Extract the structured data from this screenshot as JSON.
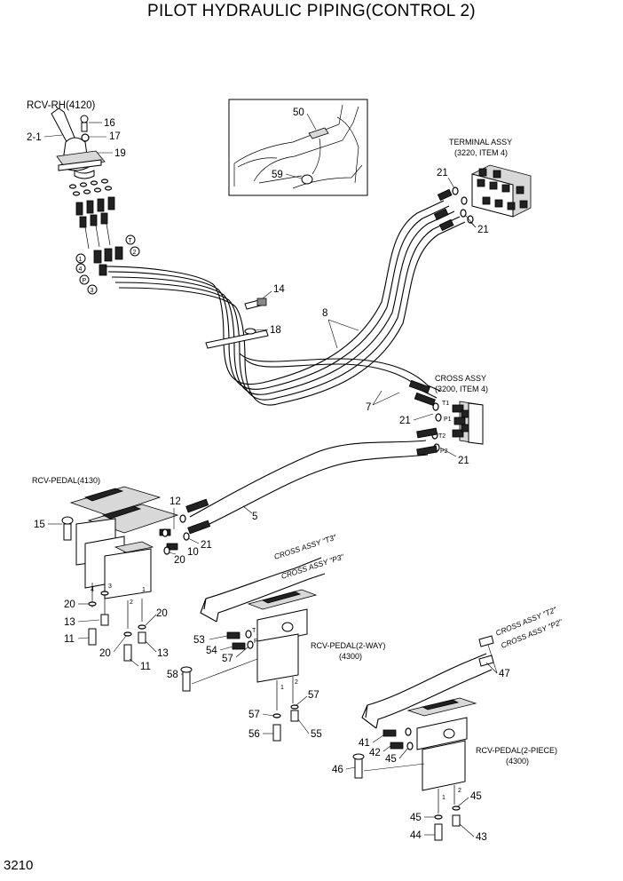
{
  "title": "PILOT HYDRAULIC PIPING(CONTROL 2)",
  "page_number": "3210",
  "assembly_labels": {
    "rcv_rh": "RCV-RH(4120)",
    "terminal_assy": "TERMINAL ASSY",
    "terminal_ref": "(3220, ITEM 4)",
    "cross_assy": "CROSS ASSY",
    "cross_ref": "(3200, ITEM 4)",
    "rcv_pedal": "RCV-PEDAL(4130)",
    "rcv_pedal_2way": "RCV-PEDAL(2-WAY)",
    "rcv_pedal_2way_ref": "(4300)",
    "rcv_pedal_2piece": "RCV-PEDAL(2-PIECE)",
    "rcv_pedal_2piece_ref": "(4300)",
    "cross_t3": "CROSS ASSY \"T3\"",
    "cross_p3": "CROSS ASSY \"P3\"",
    "cross_t2": "CROSS ASSY \"T2\"",
    "cross_p2": "CROSS ASSY \"P2\""
  },
  "callouts": {
    "c2_1": "2-1",
    "c16": "16",
    "c17": "17",
    "c19": "19",
    "c50": "50",
    "c59": "59",
    "c21_a": "21",
    "c21_b": "21",
    "c21_c": "21",
    "c21_d": "21",
    "c21_e": "21",
    "c14": "14",
    "c18": "18",
    "c8": "8",
    "c7": "7",
    "c5": "5",
    "c12": "12",
    "c15": "15",
    "c10": "10",
    "c20_a": "20",
    "c20_b": "20",
    "c20_c": "20",
    "c20_d": "20",
    "c13_a": "13",
    "c13_b": "13",
    "c11_a": "11",
    "c11_b": "11",
    "c53": "53",
    "c54": "54",
    "c57_a": "57",
    "c58": "58",
    "c57_b": "57",
    "c57_c": "57",
    "c56": "56",
    "c55": "55",
    "c47": "47",
    "c41": "41",
    "c42": "42",
    "c45_a": "45",
    "c46": "46",
    "c45_b": "45",
    "c45_c": "45",
    "c44": "44",
    "c43": "43"
  },
  "port_marks": {
    "p1": "1",
    "p2": "2",
    "p3": "3",
    "p4": "4",
    "pP": "P",
    "pT": "T",
    "t1": "T1",
    "pp1": "P1",
    "t2": "T2",
    "pp2": "P2"
  }
}
